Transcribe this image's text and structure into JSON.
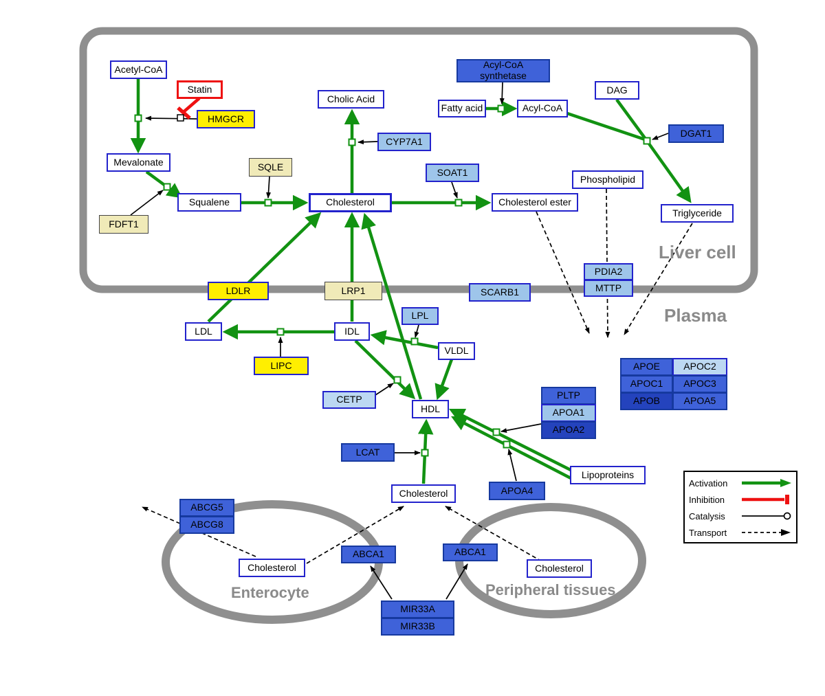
{
  "compartments": {
    "liver_label": "Liver cell",
    "plasma_label": "Plasma",
    "enterocyte_label": "Enterocyte",
    "peripheral_label": "Peripheral tissues"
  },
  "nodes": {
    "acetyl_coa": "Acetyl-CoA",
    "statin": "Statin",
    "hmgcr": "HMGCR",
    "mevalonate": "Mevalonate",
    "sqle": "SQLE",
    "fdft1": "FDFT1",
    "squalene": "Squalene",
    "cholic_acid": "Cholic Acid",
    "cyp7a1": "CYP7A1",
    "cholesterol_liver": "Cholesterol",
    "soat1": "SOAT1",
    "cholesterol_ester": "Cholesterol ester",
    "acyl_coa_synthetase": "Acyl-CoA synthetase",
    "fatty_acid": "Fatty acid",
    "acyl_coa": "Acyl-CoA",
    "dag": "DAG",
    "dgat1": "DGAT1",
    "phospholipid": "Phospholipid",
    "triglyceride": "Triglyceride",
    "pdia2": "PDIA2",
    "mttp": "MTTP",
    "ldlr": "LDLR",
    "lrp1": "LRP1",
    "scarb1": "SCARB1",
    "ldl": "LDL",
    "idl": "IDL",
    "lpl": "LPL",
    "vldl": "VLDL",
    "lipc": "LIPC",
    "cetp": "CETP",
    "hdl": "HDL",
    "pltp": "PLTP",
    "apoa1": "APOA1",
    "apoa2": "APOA2",
    "lcat": "LCAT",
    "apoa4": "APOA4",
    "lipoproteins": "Lipoproteins",
    "apoe": "APOE",
    "apoc2": "APOC2",
    "apoc1": "APOC1",
    "apoc3": "APOC3",
    "apob": "APOB",
    "apoa5": "APOA5",
    "abcg5": "ABCG5",
    "abcg8": "ABCG8",
    "cholesterol_enterocyte": "Cholesterol",
    "abca1_left": "ABCA1",
    "abca1_right": "ABCA1",
    "cholesterol_plasma": "Cholesterol",
    "cholesterol_peripheral": "Cholesterol",
    "mir33a": "MIR33A",
    "mir33b": "MIR33B"
  },
  "legend": {
    "activation": "Activation",
    "inhibition": "Inhibition",
    "catalysis": "Catalysis",
    "transport": "Transport"
  },
  "colors": {
    "activation_green": "#129212",
    "inhibition_red": "#ee1111",
    "gene_blue": "#3f62d9",
    "gene_light_blue": "#9ec5ea",
    "gene_yellow": "#ffef00",
    "compartment_gray": "#8f8f8f"
  }
}
